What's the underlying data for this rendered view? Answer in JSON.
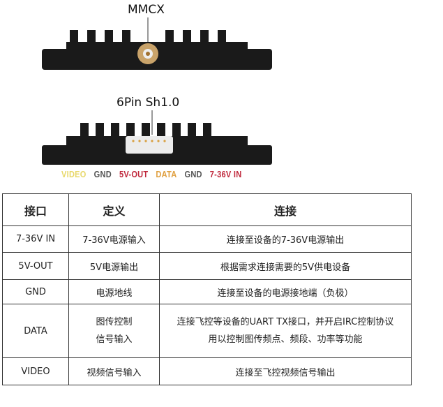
{
  "top_connector": {
    "label": "MMCX"
  },
  "bottom_connector": {
    "label": "6Pin Sh1.0"
  },
  "pins": [
    {
      "label": "VIDEO",
      "color": "#e8d86a"
    },
    {
      "label": "GND",
      "color": "#555555"
    },
    {
      "label": "5V-OUT",
      "color": "#c0283c"
    },
    {
      "label": "DATA",
      "color": "#e0a040"
    },
    {
      "label": "GND",
      "color": "#555555"
    },
    {
      "label": "7-36V IN",
      "color": "#c0283c"
    }
  ],
  "table": {
    "headers": [
      "接口",
      "定义",
      "连接"
    ],
    "rows": [
      {
        "port": "7-36V IN",
        "def": "7-36V电源输入",
        "conn": "连接至设备的7-36V电源输出",
        "conn2": ""
      },
      {
        "port": "5V-OUT",
        "def": "5V电源输出",
        "conn": "根据需求连接需要的5V供电设备",
        "conn2": ""
      },
      {
        "port": "GND",
        "def": "电源地线",
        "conn": "连接至设备的电源接地端（负极）",
        "conn2": ""
      },
      {
        "port": "DATA",
        "def": "图传控制",
        "def2": "信号输入",
        "conn": "连接飞控等设备的UART TX接口，并开启IRC控制协议",
        "conn2": "用以控制图传频点、频段、功率等功能"
      },
      {
        "port": "VIDEO",
        "def": "视频信号输入",
        "conn": "连接至飞控视频信号输出",
        "conn2": ""
      }
    ]
  }
}
